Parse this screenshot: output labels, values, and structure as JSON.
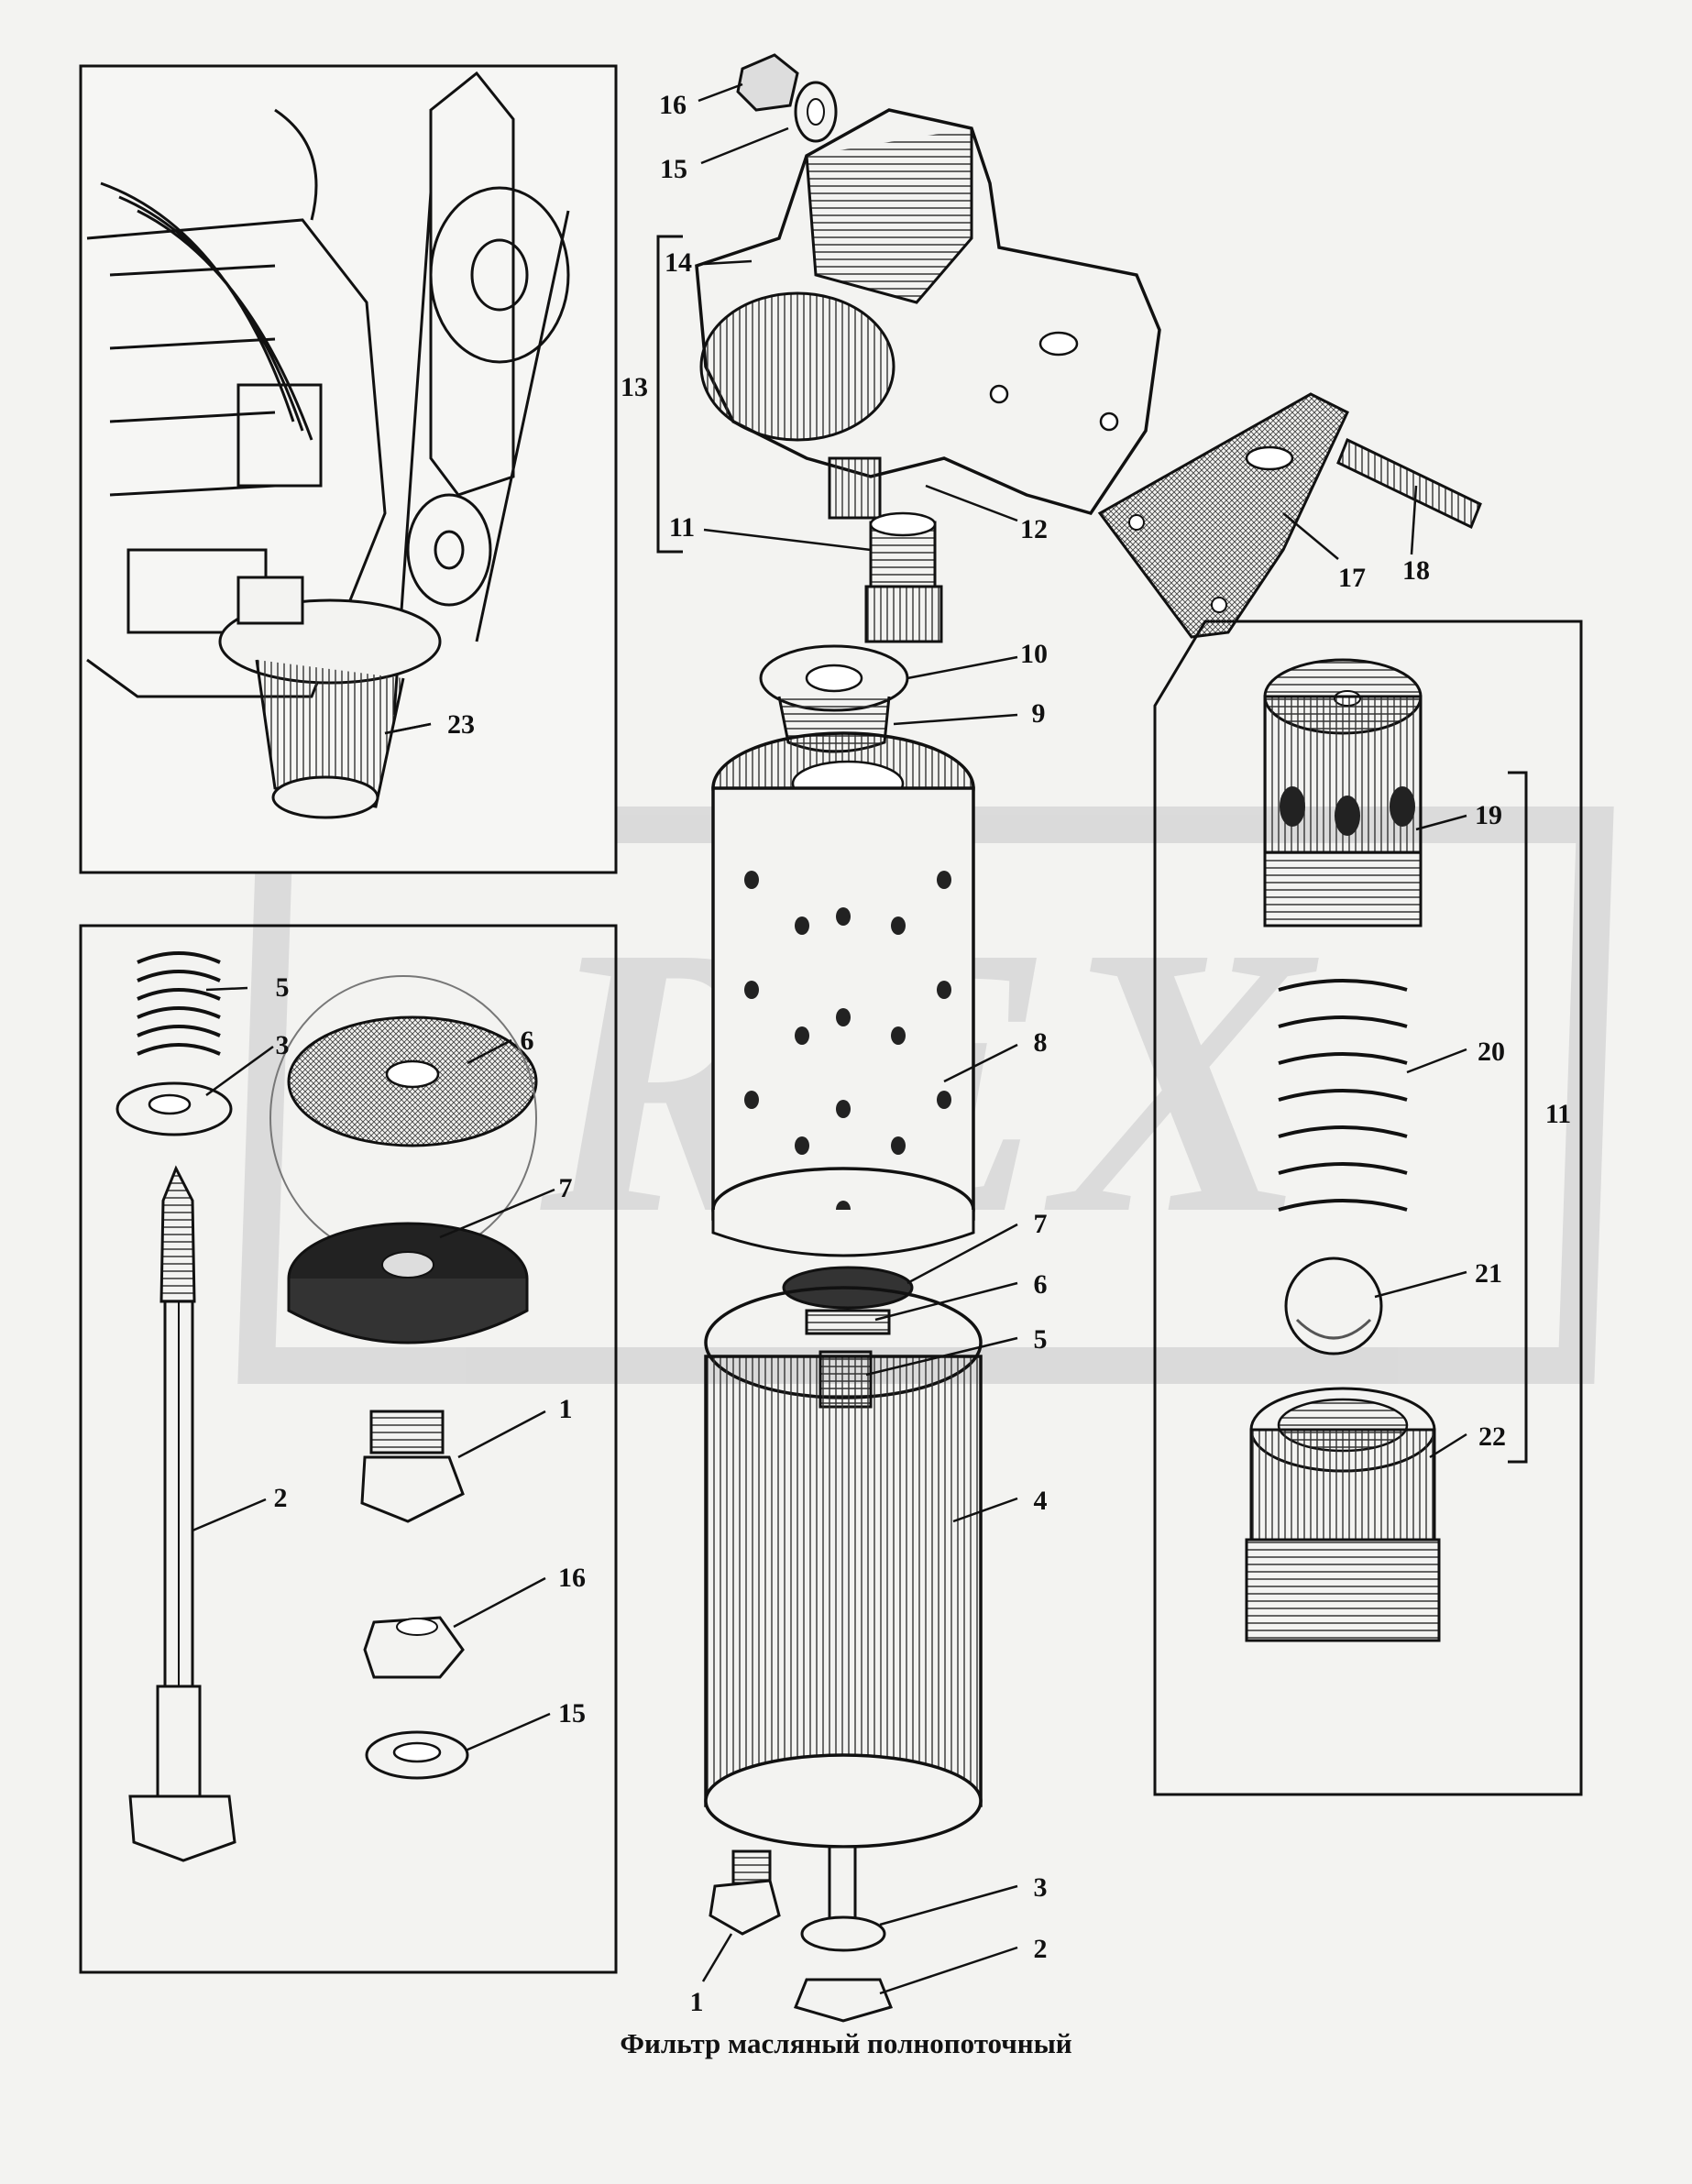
{
  "caption": "Фильтр масляный полнопоточный",
  "watermark": {
    "text": "REX",
    "color": "#d6d6d6"
  },
  "callouts": {
    "c1_main": "1",
    "c2_main": "2",
    "c3_main": "3",
    "c4": "4",
    "c5_main": "5",
    "c6_main": "6",
    "c7_main": "7",
    "c8": "8",
    "c9": "9",
    "c10": "10",
    "c11_main": "11",
    "c12": "12",
    "c13": "13",
    "c14": "14",
    "c15_top": "15",
    "c16_top": "16",
    "c17": "17",
    "c18": "18",
    "c19": "19",
    "c20": "20",
    "c21": "21",
    "c22": "22",
    "c11_valve": "11",
    "c23": "23",
    "c5_left": "5",
    "c3_left": "3",
    "c6_left": "6",
    "c7_left": "7",
    "c1_left": "1",
    "c2_left": "2",
    "c16_left": "16",
    "c15_left": "15"
  },
  "colors": {
    "line": "#111111",
    "paper": "#f3f3f1",
    "shade": "#555555",
    "watermark": "#d6d6d6"
  }
}
